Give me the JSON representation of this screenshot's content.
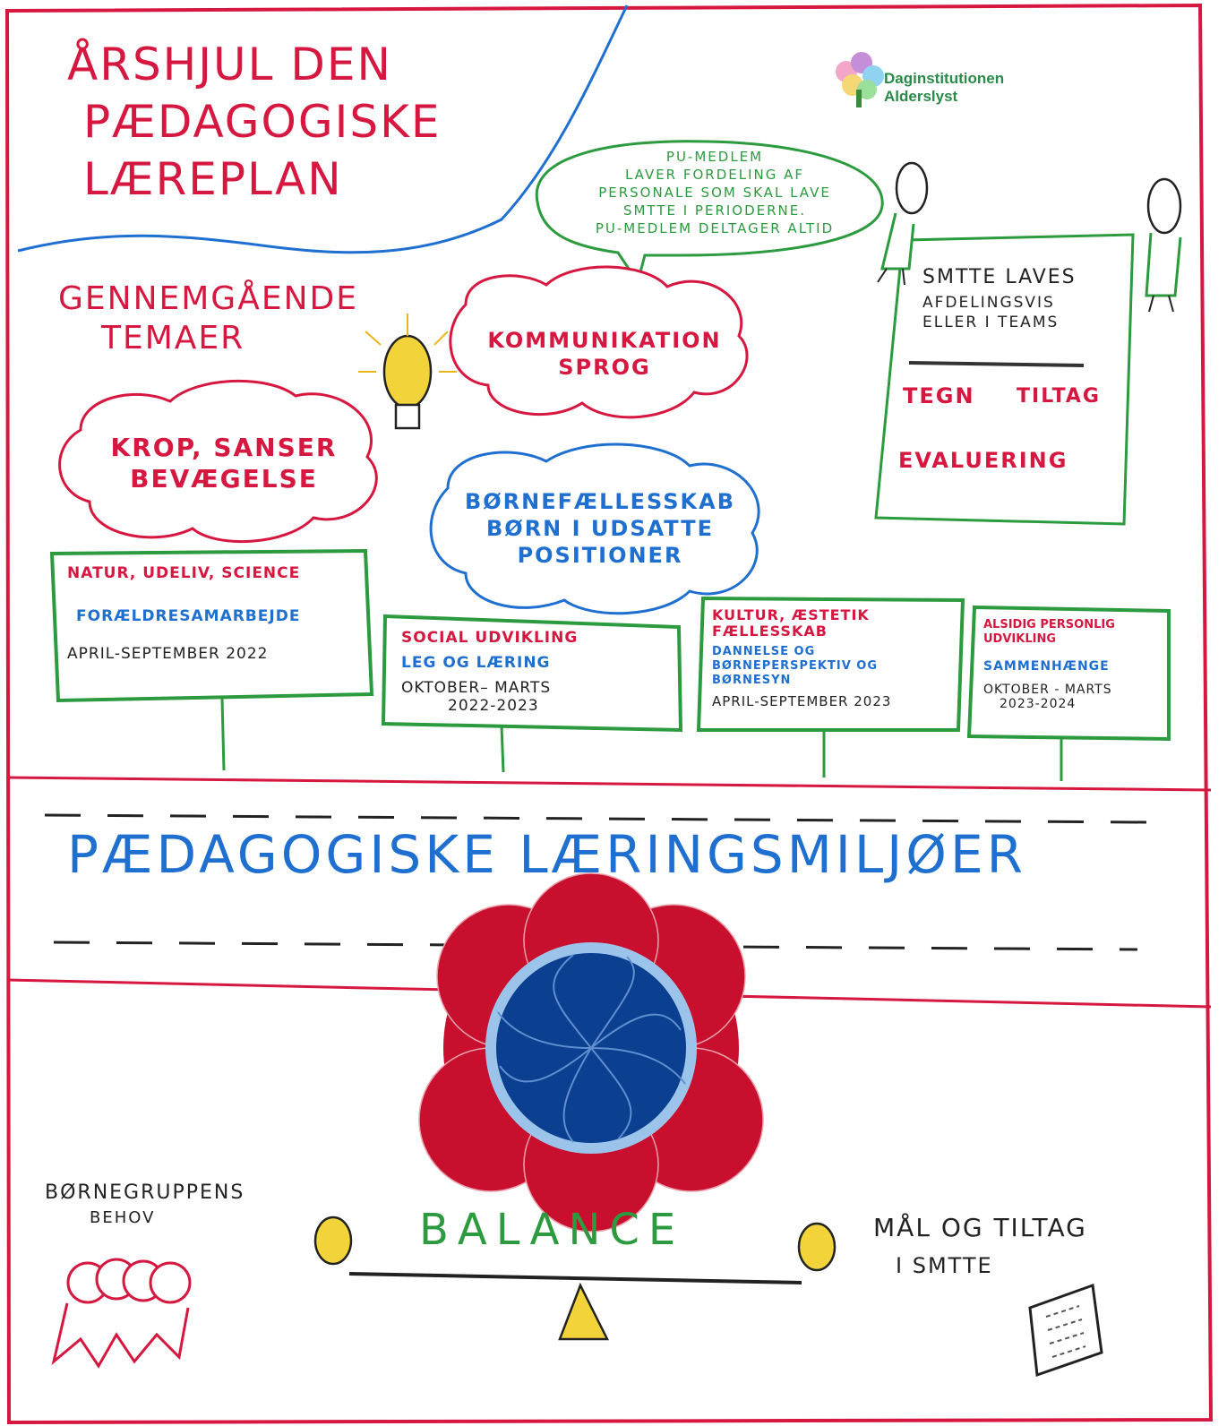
{
  "title": {
    "line1": "ÅRSHJUL DEN",
    "line2": "PÆDAGOGISKE",
    "line3": "LÆREPLAN"
  },
  "logo": {
    "line1": "Daginstitutionen",
    "line2": "Alderslyst"
  },
  "pu_bubble": {
    "line1": "PU-MEDLEM",
    "line2": "LAVER FORDELING AF",
    "line3": "PERSONALE SOM SKAL LAVE",
    "line4": "SMTTE i PERIODERNE.",
    "line5": "PU-MEDLEM DELTAGER ALTID"
  },
  "smtte_board": {
    "line1": "SMTTE LAVES",
    "line2": "AFDELINGSVIS",
    "line3": "ELLER I TEAMS",
    "tegn": "TEGN",
    "tiltag": "TILTAG",
    "evaluering": "EVALUERING"
  },
  "themes_heading": {
    "line1": "GENNEMGÅENDE",
    "line2": "TEMAER"
  },
  "clouds": {
    "kommunikation": {
      "line1": "KOMMUNIKATION",
      "line2": "SPROG"
    },
    "krop": {
      "line1": "KROP, SANSER",
      "line2": "BEVÆGELSE"
    },
    "boernefaellesskab": {
      "line1": "BØRNEFÆLLESSKAB",
      "line2": "BØRN i UDSATTE",
      "line3": "POSITIONER"
    }
  },
  "signs": [
    {
      "topic": "NATUR, UDELIV, SCIENCE",
      "topic2": "",
      "subtopic": "FORÆLDRESAMARBEJDE",
      "period": "APRIL-SEPTEMBER 2022",
      "period2": ""
    },
    {
      "topic": "SOCIAL UDVIKLING",
      "topic2": "",
      "subtopic": "LEG OG LÆRING",
      "period": "OKTOBER– MARTS",
      "period2": "2022-2023"
    },
    {
      "topic": "KULTUR, ÆSTETIK",
      "topic2": "FÆLLESSKAB",
      "subtopic": "DANNELSE OG BØRNEPERSPEKTIV OG BØRNESYN",
      "period": "APRIL-SEPTEMBER 2023",
      "period2": ""
    },
    {
      "topic": "ALSIDIG PERSONLIG",
      "topic2": "UDVIKLING",
      "subtopic": "SAMMENHÆNGE",
      "period": "OKTOBER - MARTS",
      "period2": "2023-2024"
    }
  ],
  "road_title": "PÆDAGOGISKE LÆRINGSMILJØER",
  "balance": "BALANCE",
  "left_note": {
    "line1": "BØRNEGRUPPENS",
    "line2": "BEHOV"
  },
  "right_note": {
    "line1": "MÅL OG TILTAG",
    "line2": "i SMTTE"
  },
  "colors": {
    "red": "#d6173f",
    "blue": "#1f6fd0",
    "green": "#2c9a3f",
    "wheel_red": "#c8102e",
    "wheel_blue": "#0b3f8f",
    "yellow": "#f2d43a"
  }
}
